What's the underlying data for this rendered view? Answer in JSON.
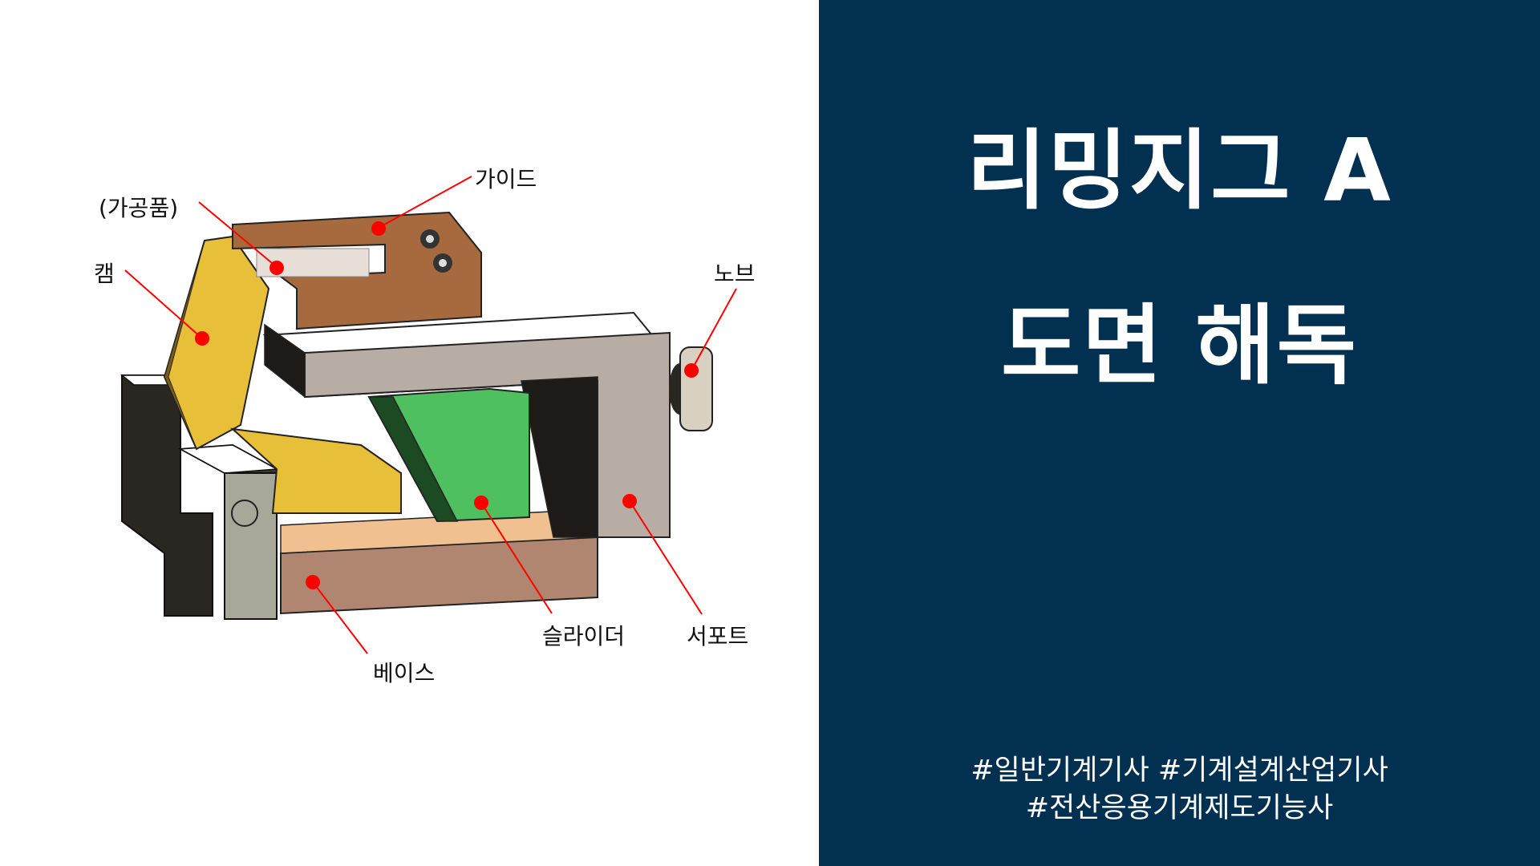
{
  "slide": {
    "title_line1": "리밍지그 A",
    "title_line2": "도면 해독",
    "hashtags_line1": "#일반기계기사 #기계설계산업기사",
    "hashtags_line2": "#전산응용기계제도기능사",
    "colors": {
      "panel_bg": "#023050",
      "title_text": "#ffffff",
      "callout": "#ff0000"
    }
  },
  "diagram": {
    "parts": [
      {
        "id": "workpiece",
        "label": "(가공품)"
      },
      {
        "id": "guide",
        "label": "가이드"
      },
      {
        "id": "cam",
        "label": "캠"
      },
      {
        "id": "knob",
        "label": "노브"
      },
      {
        "id": "slider",
        "label": "슬라이더"
      },
      {
        "id": "support",
        "label": "서포트"
      },
      {
        "id": "base",
        "label": "베이스"
      }
    ]
  }
}
